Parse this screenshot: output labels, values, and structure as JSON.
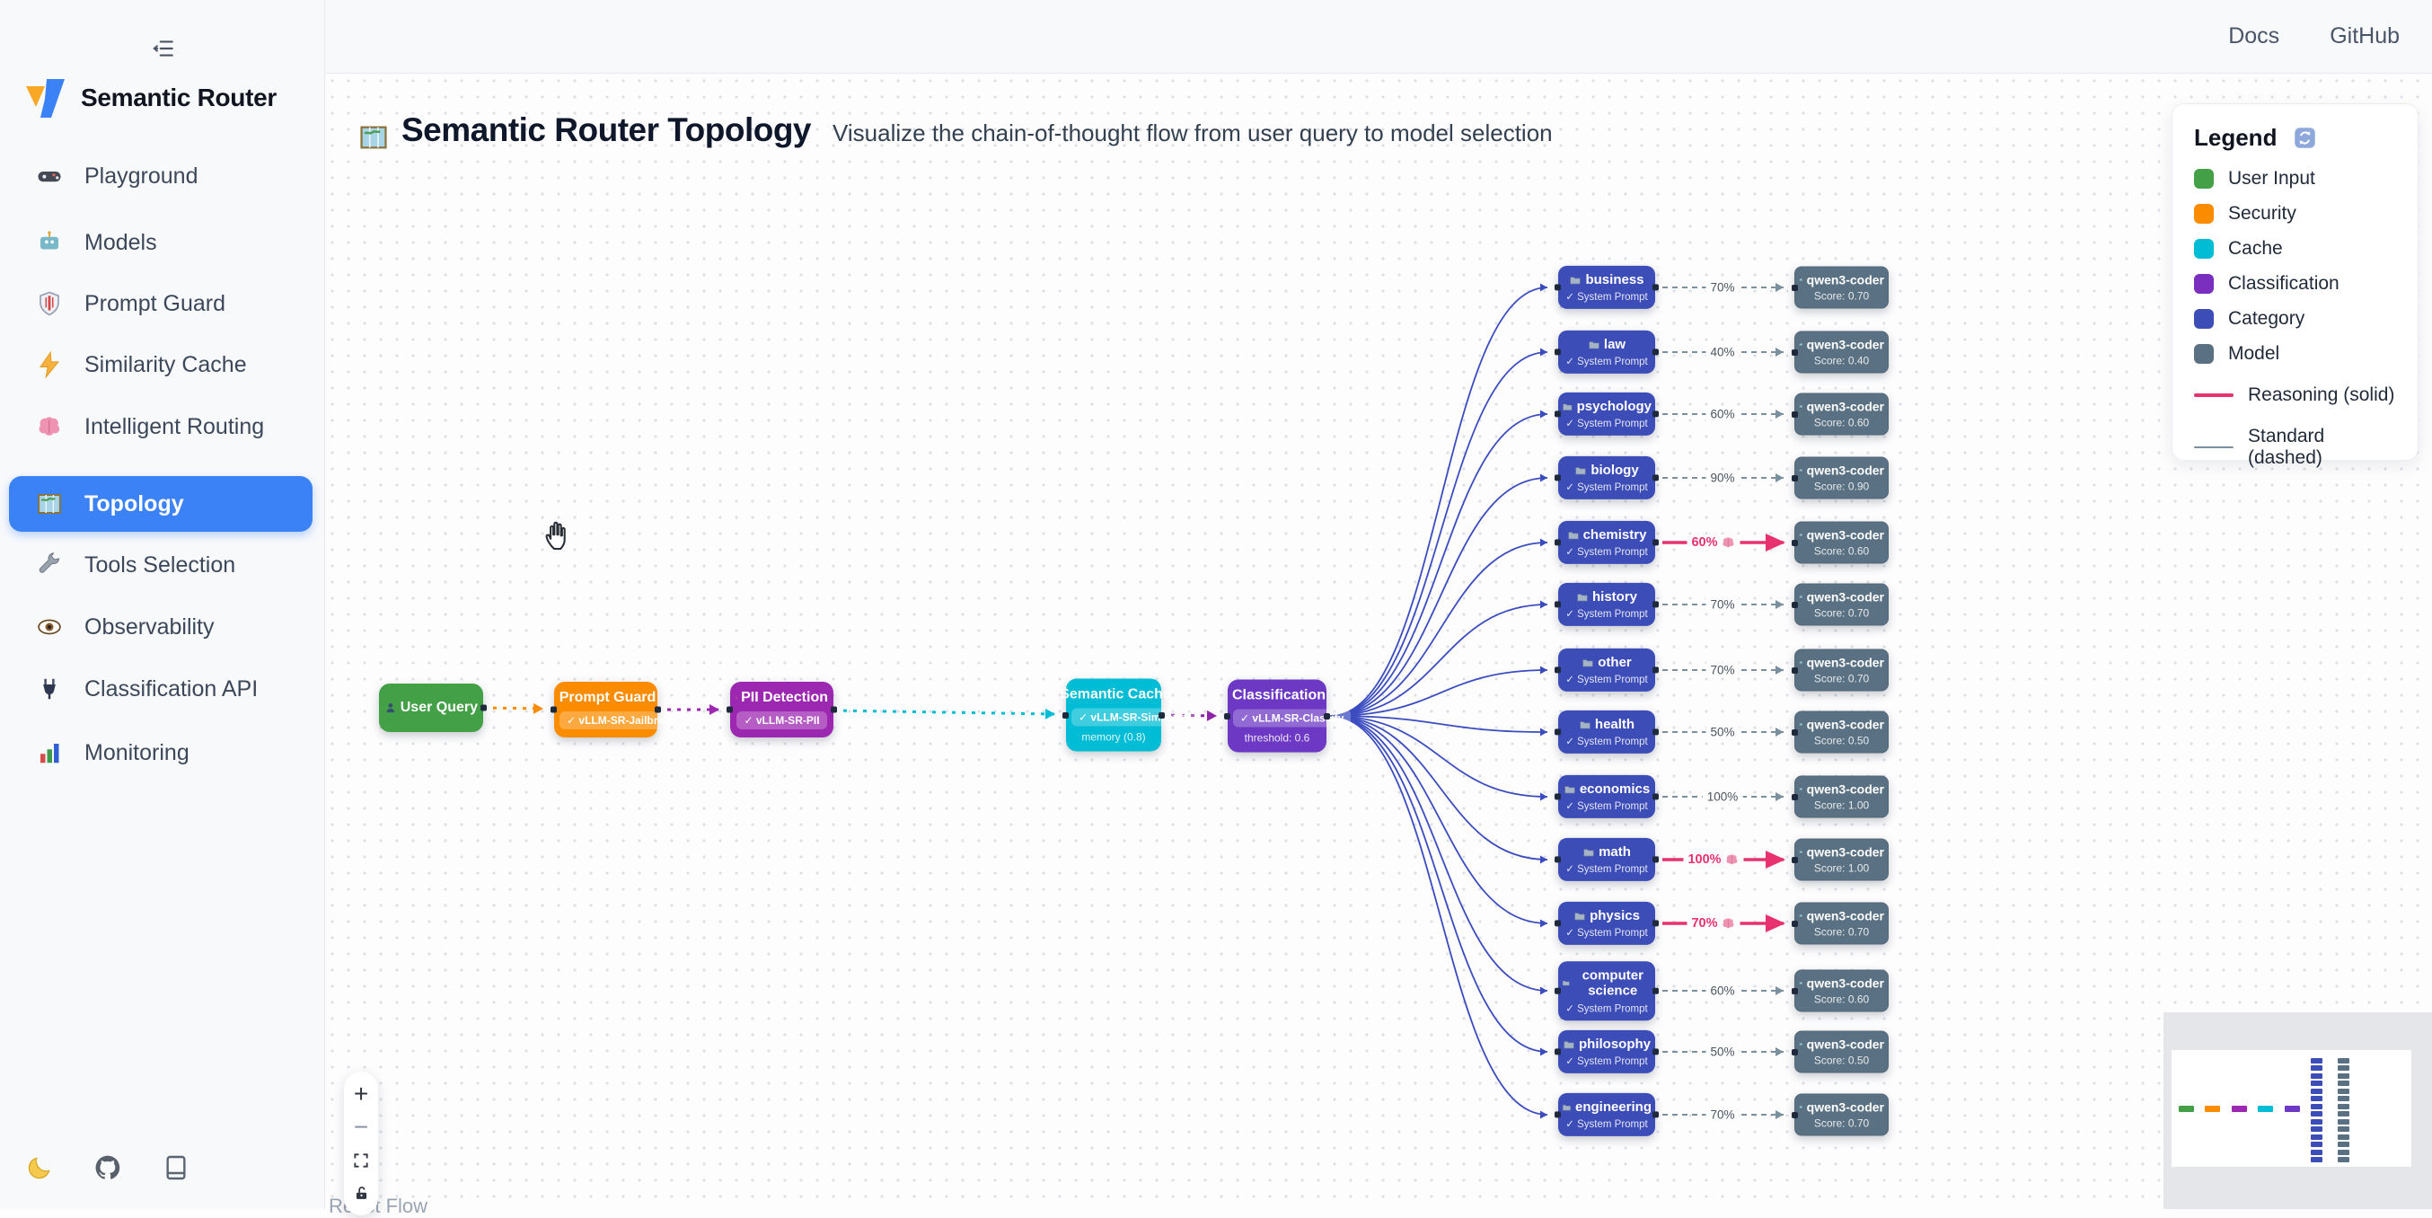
{
  "app": {
    "name": "Semantic Router"
  },
  "topbar": {
    "docs": "Docs",
    "github": "GitHub"
  },
  "sidebar": {
    "items": [
      {
        "icon": "controller-icon",
        "label": "Playground",
        "active": false
      },
      {
        "icon": "robot-icon",
        "label": "Models",
        "active": false
      },
      {
        "icon": "shield-icon",
        "label": "Prompt Guard",
        "active": false
      },
      {
        "icon": "bolt-icon",
        "label": "Similarity Cache",
        "active": false
      },
      {
        "icon": "brain-icon",
        "label": "Intelligent Routing",
        "active": false
      },
      {
        "icon": "map-icon",
        "label": "Topology",
        "active": true
      },
      {
        "icon": "wrench-icon",
        "label": "Tools Selection",
        "active": false
      },
      {
        "icon": "eye-icon",
        "label": "Observability",
        "active": false
      },
      {
        "icon": "plug-icon",
        "label": "Classification API",
        "active": false
      },
      {
        "icon": "chart-icon",
        "label": "Monitoring",
        "active": false
      }
    ],
    "footer_icons": [
      "moon-icon",
      "github-icon",
      "book-icon"
    ]
  },
  "header": {
    "title_icon": "map-icon",
    "title": "Semantic Router Topology",
    "subtitle": "Visualize the chain-of-thought flow from user query to model selection"
  },
  "legend": {
    "title": "Legend",
    "title_icon": "refresh-icon",
    "items": [
      {
        "label": "User Input",
        "color": "#43a047"
      },
      {
        "label": "Security",
        "color": "#fb8c00"
      },
      {
        "label": "Cache",
        "color": "#00bcd4"
      },
      {
        "label": "Classification",
        "color": "#7b2fbf"
      },
      {
        "label": "Category",
        "color": "#3d4db8"
      },
      {
        "label": "Model",
        "color": "#5a7183"
      }
    ],
    "lines": [
      {
        "label": "Reasoning (solid)",
        "color": "#e8316f",
        "style": "solid"
      },
      {
        "label": "Standard (dashed)",
        "color": "#7b909e",
        "style": "dashed"
      }
    ]
  },
  "flow": {
    "pipeline": [
      {
        "icon": "person-icon",
        "label": "User Query",
        "color": "#43a047"
      },
      {
        "icon": "shield-icon",
        "label": "Prompt Guard",
        "badge": "✓ vLLM-SR-Jailbreak",
        "color": "#fb8c00"
      },
      {
        "icon": "lock-icon",
        "label": "PII Detection",
        "badge": "✓ vLLM-SR-PII",
        "color": "#9c27b0"
      },
      {
        "icon": "bolt-icon",
        "label": "Semantic Cache",
        "badge": "✓ vLLM-SR-Similarity",
        "note": "memory (0.8)",
        "color": "#00bcd4"
      },
      {
        "icon": "brain-icon",
        "label": "Classification",
        "badge": "✓ vLLM-SR-Classify",
        "note": "threshold: 0.6",
        "color": "#6c38c4"
      }
    ],
    "category_color": "#3d4db8",
    "category_icon": "folder-icon",
    "category_sub": "✓ System Prompt",
    "model_color": "#5a7183",
    "model_icon": "robot-icon",
    "model_label": "qwen3-coder",
    "reasoning_icon": "brain-icon",
    "categories": [
      {
        "name": "business",
        "percent": "70%",
        "score": "Score: 0.70",
        "reasoning": false
      },
      {
        "name": "law",
        "percent": "40%",
        "score": "Score: 0.40",
        "reasoning": false
      },
      {
        "name": "psychology",
        "percent": "60%",
        "score": "Score: 0.60",
        "reasoning": false
      },
      {
        "name": "biology",
        "percent": "90%",
        "score": "Score: 0.90",
        "reasoning": false
      },
      {
        "name": "chemistry",
        "percent": "60%",
        "score": "Score: 0.60",
        "reasoning": true
      },
      {
        "name": "history",
        "percent": "70%",
        "score": "Score: 0.70",
        "reasoning": false
      },
      {
        "name": "other",
        "percent": "70%",
        "score": "Score: 0.70",
        "reasoning": false
      },
      {
        "name": "health",
        "percent": "50%",
        "score": "Score: 0.50",
        "reasoning": false
      },
      {
        "name": "economics",
        "percent": "100%",
        "score": "Score: 1.00",
        "reasoning": false
      },
      {
        "name": "math",
        "percent": "100%",
        "score": "Score: 1.00",
        "reasoning": true
      },
      {
        "name": "physics",
        "percent": "70%",
        "score": "Score: 0.70",
        "reasoning": true
      },
      {
        "name": "computer science",
        "percent": "60%",
        "score": "Score: 0.60",
        "reasoning": false
      },
      {
        "name": "philosophy",
        "percent": "50%",
        "score": "Score: 0.50",
        "reasoning": false
      },
      {
        "name": "engineering",
        "percent": "70%",
        "score": "Score: 0.70",
        "reasoning": false
      }
    ],
    "edge_colors": {
      "user_to_guard": "#fb8c00",
      "guard_to_pii": "#9c27b0",
      "pii_to_cache": "#00bcd4",
      "cache_to_classification": "#8e24aa",
      "fan": "#3b4cc0",
      "standard": "#7b909e",
      "reasoning": "#e8316f"
    }
  },
  "controls": {
    "zoom_in": "+",
    "zoom_out": "−",
    "fit_icon": "fit-view-icon",
    "lock_icon": "lock-open-icon"
  },
  "attribution": "React Flow"
}
